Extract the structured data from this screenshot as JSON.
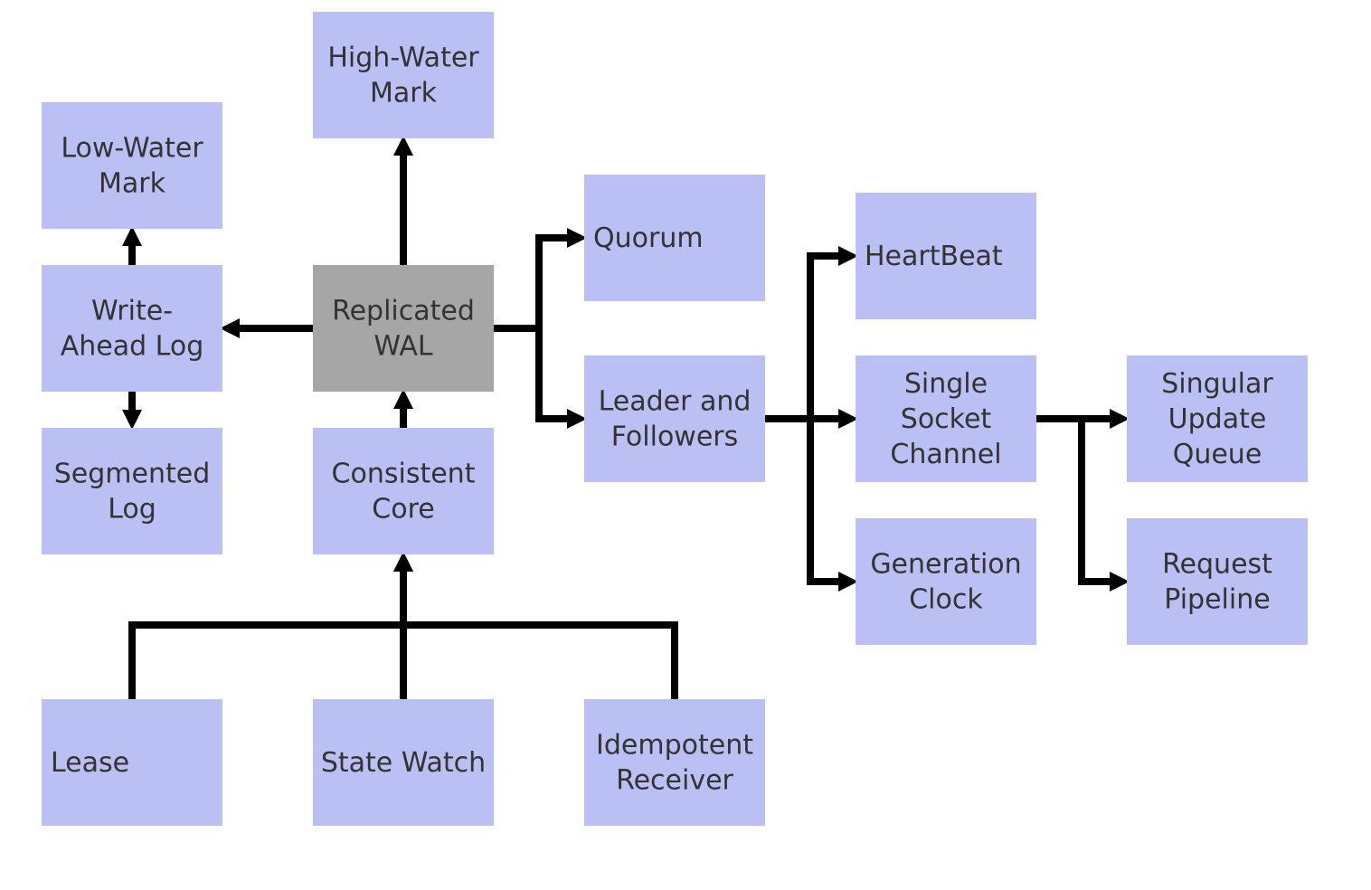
{
  "nodes": [
    {
      "id": "high_water_mark",
      "lines": [
        "High-Water",
        "Mark"
      ],
      "align": "center"
    },
    {
      "id": "low_water_mark",
      "lines": [
        "Low-Water",
        "Mark"
      ],
      "align": "center"
    },
    {
      "id": "write_ahead_log",
      "lines": [
        "Write-",
        "Ahead Log"
      ],
      "align": "center"
    },
    {
      "id": "replicated_wal",
      "lines": [
        "Replicated",
        "WAL"
      ],
      "align": "center",
      "highlight": true
    },
    {
      "id": "segmented_log",
      "lines": [
        "Segmented",
        "Log"
      ],
      "align": "center"
    },
    {
      "id": "consistent_core",
      "lines": [
        "Consistent",
        "Core"
      ],
      "align": "center"
    },
    {
      "id": "quorum",
      "lines": [
        "Quorum"
      ],
      "align": "left"
    },
    {
      "id": "leader_and_followers",
      "lines": [
        "Leader and",
        "Followers"
      ],
      "align": "center"
    },
    {
      "id": "heartbeat",
      "lines": [
        "HeartBeat"
      ],
      "align": "left"
    },
    {
      "id": "single_socket_channel",
      "lines": [
        "Single",
        "Socket",
        "Channel"
      ],
      "align": "center"
    },
    {
      "id": "generation_clock",
      "lines": [
        "Generation",
        "Clock"
      ],
      "align": "center"
    },
    {
      "id": "singular_update_queue",
      "lines": [
        "Singular",
        "Update",
        "Queue"
      ],
      "align": "center"
    },
    {
      "id": "request_pipeline",
      "lines": [
        "Request",
        "Pipeline"
      ],
      "align": "center"
    },
    {
      "id": "lease",
      "lines": [
        "Lease"
      ],
      "align": "left"
    },
    {
      "id": "state_watch",
      "lines": [
        "State Watch"
      ],
      "align": "center"
    },
    {
      "id": "idempotent_receiver",
      "lines": [
        "Idempotent",
        "Receiver"
      ],
      "align": "center"
    }
  ],
  "edges": [
    {
      "from": "replicated_wal",
      "to": "high_water_mark"
    },
    {
      "from": "replicated_wal",
      "to": "write_ahead_log"
    },
    {
      "from": "write_ahead_log",
      "to": "low_water_mark"
    },
    {
      "from": "write_ahead_log",
      "to": "segmented_log"
    },
    {
      "from": "consistent_core",
      "to": "replicated_wal"
    },
    {
      "from": "replicated_wal",
      "to": "quorum"
    },
    {
      "from": "replicated_wal",
      "to": "leader_and_followers"
    },
    {
      "from": "leader_and_followers",
      "to": "heartbeat"
    },
    {
      "from": "leader_and_followers",
      "to": "single_socket_channel"
    },
    {
      "from": "leader_and_followers",
      "to": "generation_clock"
    },
    {
      "from": "single_socket_channel",
      "to": "singular_update_queue"
    },
    {
      "from": "single_socket_channel",
      "to": "request_pipeline"
    },
    {
      "from": "lease",
      "to": "consistent_core"
    },
    {
      "from": "state_watch",
      "to": "consistent_core"
    },
    {
      "from": "idempotent_receiver",
      "to": "consistent_core"
    }
  ],
  "colors": {
    "node_fill": "#babff4",
    "highlight_fill": "#a6a6a6",
    "text": "#333333",
    "edge": "#000000",
    "background": "#ffffff"
  }
}
